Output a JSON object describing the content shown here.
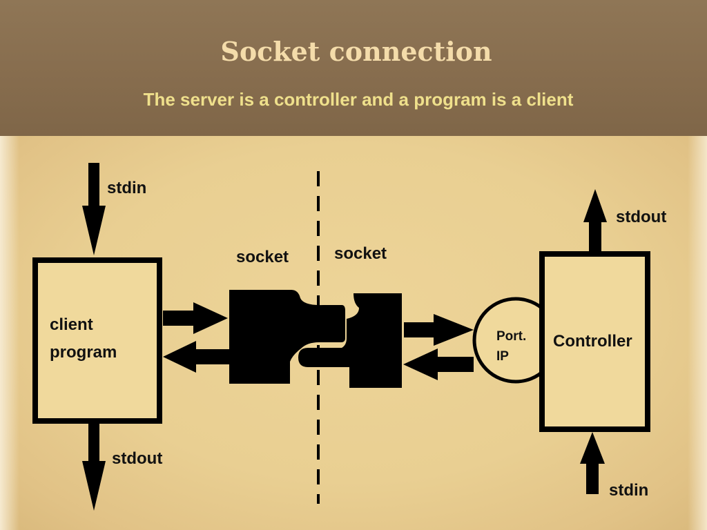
{
  "header": {
    "title": "Socket connection",
    "subtitle": "The server is a controller and a program is a client"
  },
  "diagram": {
    "client": {
      "label_line1": "client",
      "label_line2": "program",
      "stdin": "stdin",
      "stdout": "stdout"
    },
    "socket_left": "socket",
    "socket_right": "socket",
    "port": {
      "line1": "Port.",
      "line2": "IP"
    },
    "controller": {
      "label": "Controller",
      "stdout": "stdout",
      "stdin": "stdin"
    }
  },
  "colors": {
    "header_bg": "#876d4e",
    "title": "#f4dcaa",
    "subtitle": "#efe08c",
    "canvas_bg": "#e8cd8f",
    "ink": "#000000"
  }
}
